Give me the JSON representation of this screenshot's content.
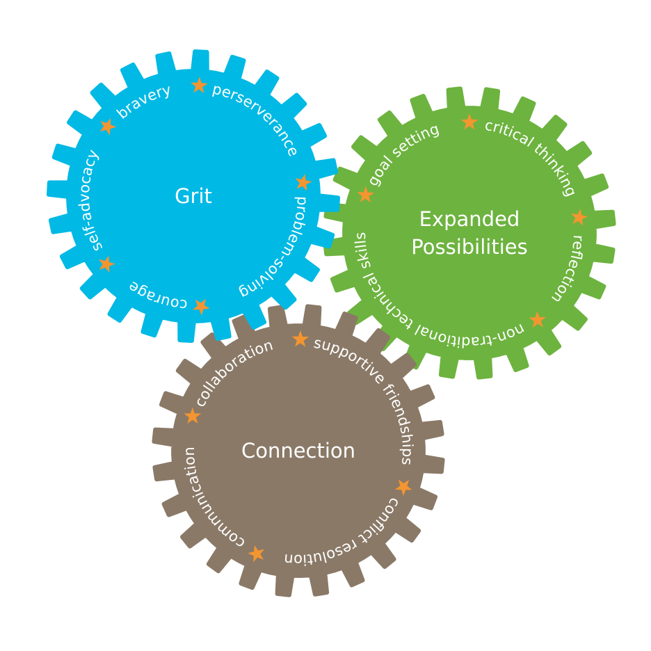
{
  "colors": {
    "star": "#F39530",
    "text": "#FFFFFF",
    "background": "#FFFFFF"
  },
  "gears": [
    {
      "id": "grit",
      "color": "#00B9E4",
      "title_lines": [
        "Grit"
      ],
      "labels": [
        "perserverance",
        "problem-solving",
        "courage",
        "self-advocacy",
        "bravery"
      ],
      "star_count": 5
    },
    {
      "id": "expanded-possibilities",
      "color": "#6DB33F",
      "title_lines": [
        "Expanded",
        "Possibilities"
      ],
      "labels": [
        "critical thinking",
        "reflection",
        "non-traditional technical skills",
        "goal setting"
      ],
      "star_count": 4
    },
    {
      "id": "connection",
      "color": "#8A7967",
      "title_lines": [
        "Connection"
      ],
      "labels": [
        "supportive friendships",
        "conflict resolution",
        "communication",
        "collaboration"
      ],
      "star_count": 4
    }
  ]
}
